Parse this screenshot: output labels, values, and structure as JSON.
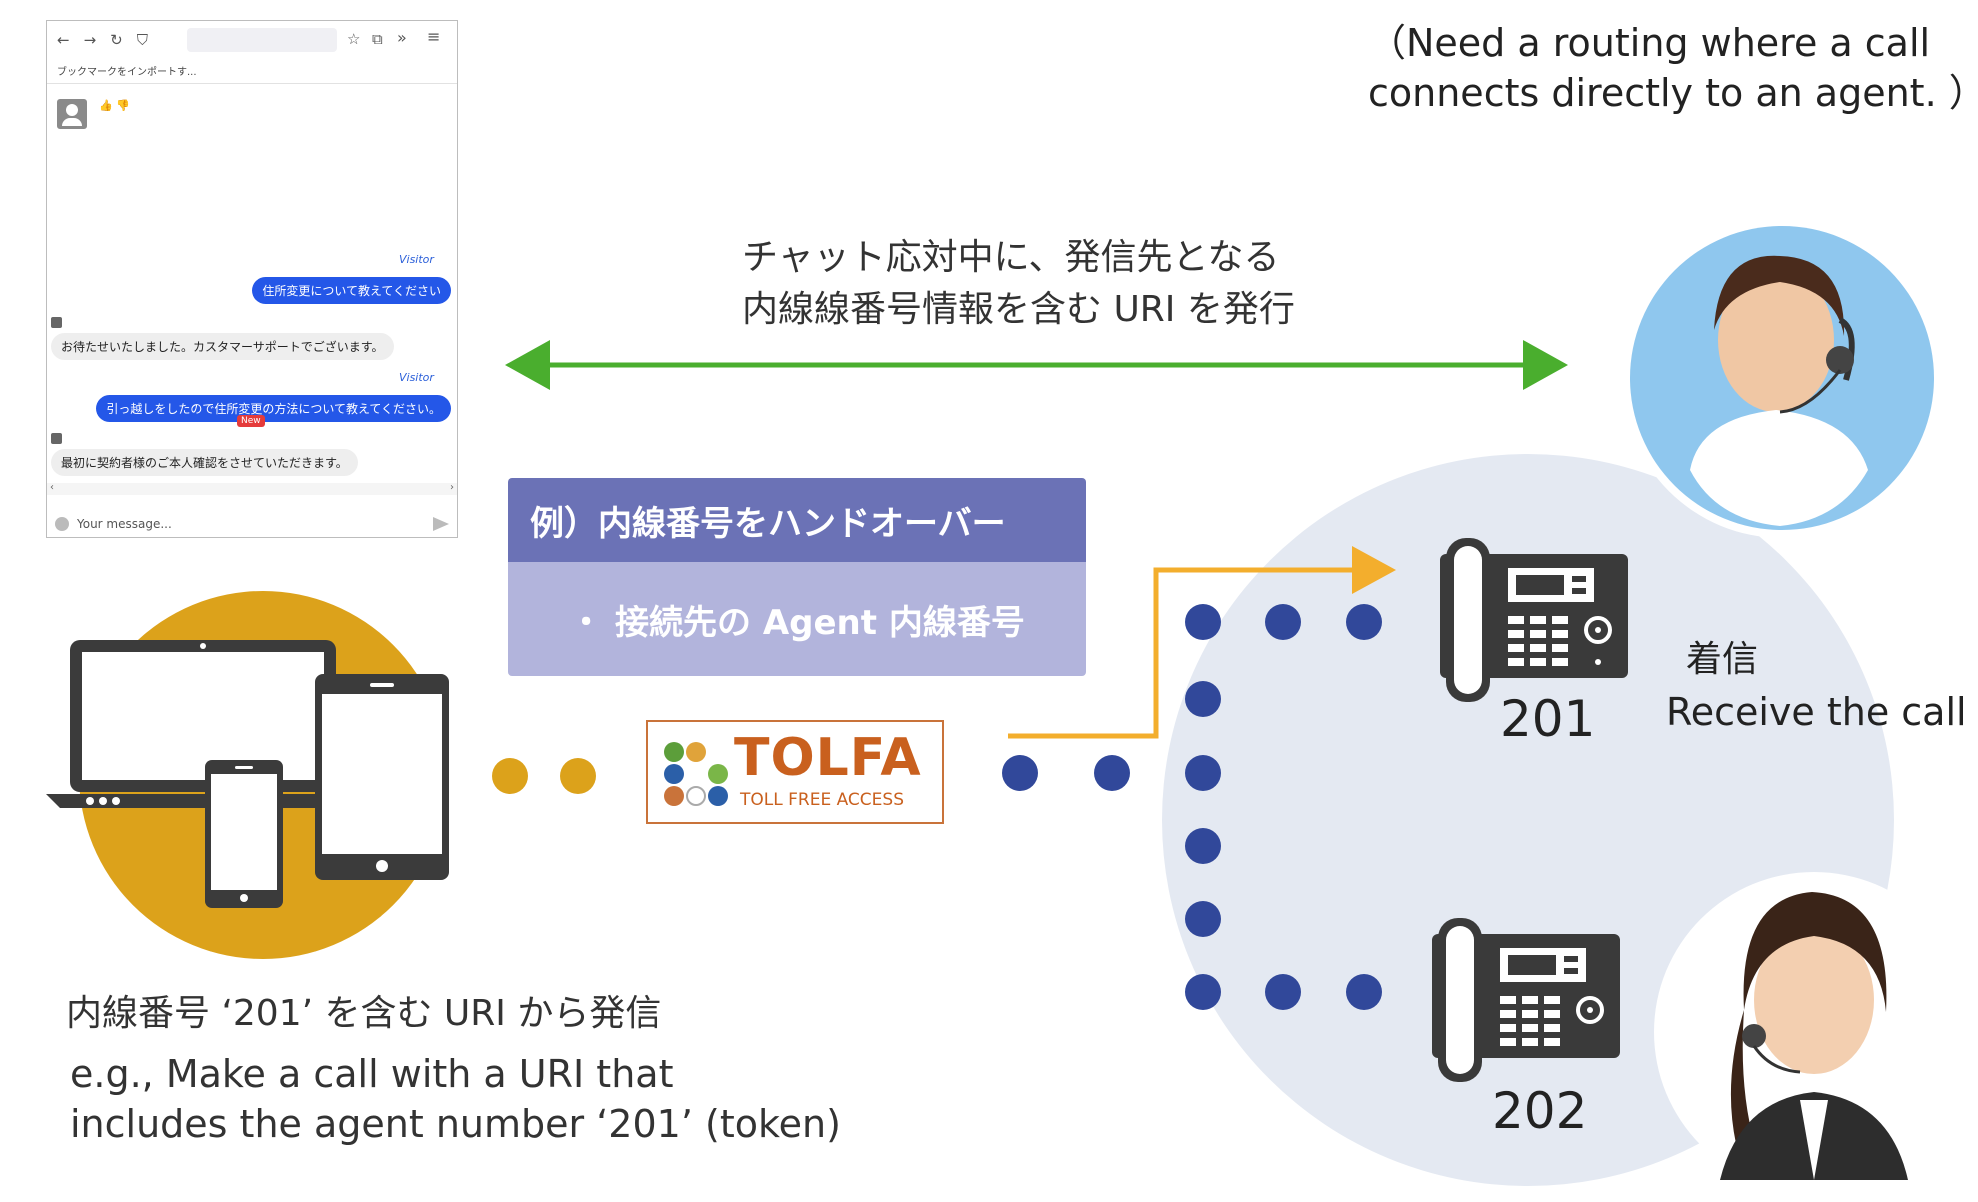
{
  "browser": {
    "nav_back": "←",
    "nav_forward": "→",
    "nav_reload": "↻",
    "nav_shield": "⛉",
    "nav_star": "☆",
    "nav_ext": "⧉",
    "nav_more": "»",
    "nav_menu": "≡",
    "bookmark_text": "ブックマークをインポートす...",
    "thumbs": "👍 👎",
    "visitor_label": "Visitor",
    "messages": [
      {
        "from": "visitor",
        "text": "住所変更について教えてください"
      },
      {
        "from": "agent",
        "text": "お待たせいたしました。カスタマーサポートでございます。"
      },
      {
        "from": "visitor",
        "text": "引っ越しをしたので住所変更の方法について教えてください。"
      },
      {
        "from": "agent",
        "text": "最初に契約者様のご本人確認をさせていただきます。"
      }
    ],
    "new_badge": "New",
    "scroll_left": "‹",
    "scroll_right": "›",
    "input_placeholder": "Your message..."
  },
  "top_note": {
    "line1": "（Need a routing where a call",
    "line2": "connects directly to an agent. ）"
  },
  "chat_note": {
    "line1": "チャット応対中に、発信先となる",
    "line2": "内線線番号情報を含む URI を発行"
  },
  "handover": {
    "title": "例）内線番号をハンドオーバー",
    "item": "・ 接続先の Agent 内線番号"
  },
  "tolfa": {
    "name": "TOLFA",
    "tagline": "TOLL FREE ACCESS"
  },
  "bottom_note": {
    "jp": "内線番号 ‘201’ を含む URI から発信",
    "en_line1": "e.g., Make a call with a URI that",
    "en_line2": "includes the agent number ‘201’ (token)"
  },
  "phones": {
    "ext_top": "201",
    "ext_bottom": "202"
  },
  "receive": {
    "jp": "着信",
    "en": "Receive the call"
  },
  "colors": {
    "arrow_green": "#4aae2e",
    "route_orange": "#f3ae2d",
    "dot_gold": "#dca21b",
    "dot_navy": "#31489a",
    "circle_bg": "#e4e9f2",
    "device_circle": "#dca21b"
  },
  "icons": [
    "laptop-icon",
    "tablet-icon",
    "smartphone-icon",
    "desk-phone-icon",
    "agent-avatar-icon"
  ]
}
